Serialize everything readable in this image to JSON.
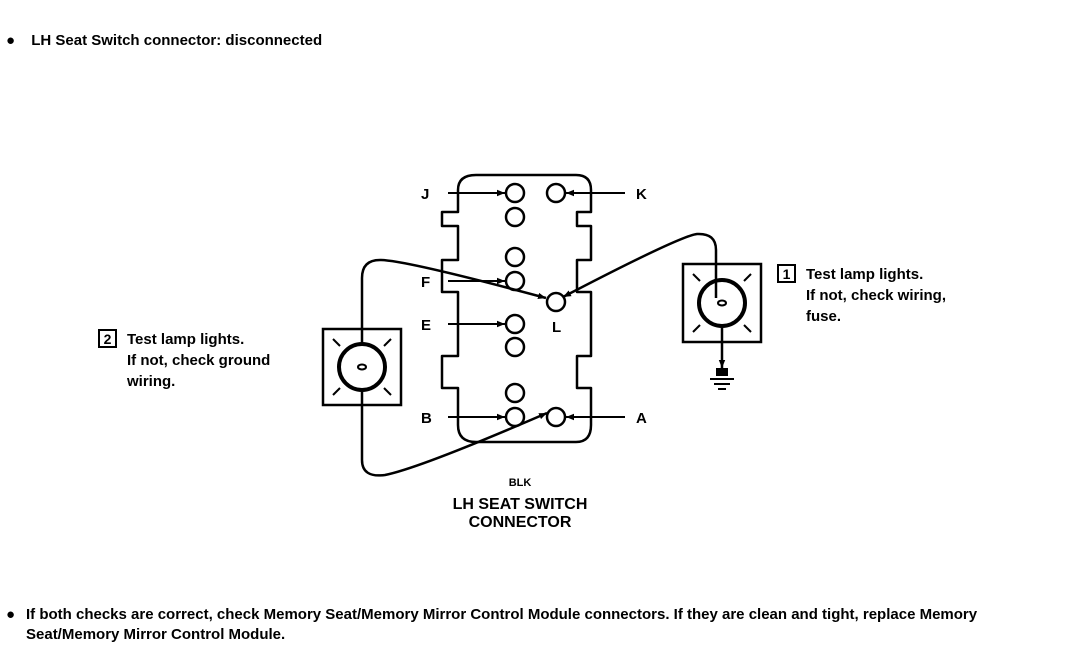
{
  "header": {
    "bullet": "●",
    "text": "LH Seat Switch connector:  disconnected"
  },
  "connector": {
    "pins": [
      "J",
      "K",
      "F",
      "L",
      "E",
      "B",
      "A"
    ],
    "color_code": "BLK",
    "title_line1": "LH SEAT SWITCH",
    "title_line2": "CONNECTOR"
  },
  "check1": {
    "number": "1",
    "line1": "Test lamp lights.",
    "line2": "If not, check wiring,",
    "line3": "fuse."
  },
  "check2": {
    "number": "2",
    "line1": "Test lamp lights.",
    "line2": "If not, check ground",
    "line3": "wiring."
  },
  "footer": {
    "bullet": "●",
    "text": "If both checks are correct, check Memory Seat/Memory Mirror Control Module connectors.  If they are clean and tight, replace Memory Seat/Memory Mirror Control Module."
  },
  "icons": [
    "bullet-icon",
    "test-lamp-icon",
    "ground-symbol-icon",
    "arrow-icon"
  ],
  "colors": {
    "ink": "#000000",
    "paper": "#ffffff"
  }
}
